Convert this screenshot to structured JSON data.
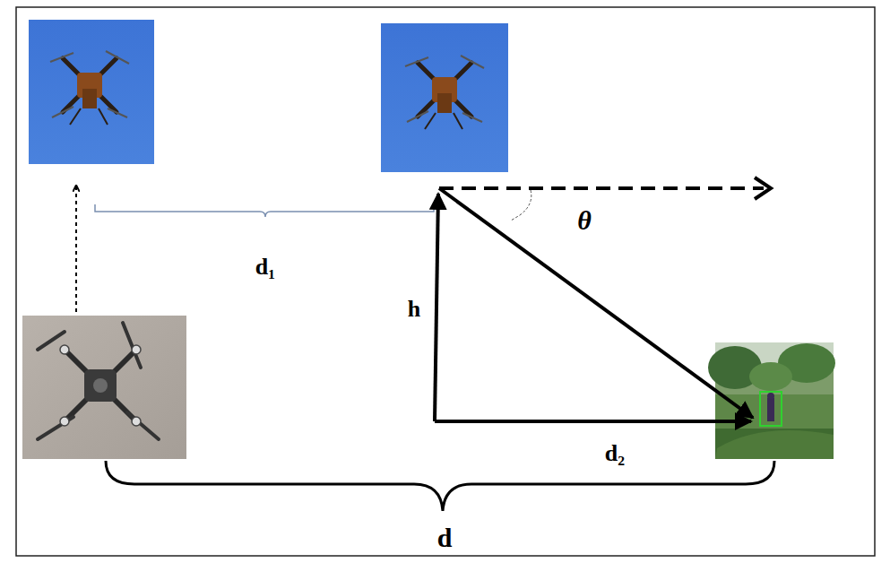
{
  "diagram": {
    "labels": [
      "d₁",
      "h",
      "θ",
      "d₂",
      "d"
    ]
  }
}
